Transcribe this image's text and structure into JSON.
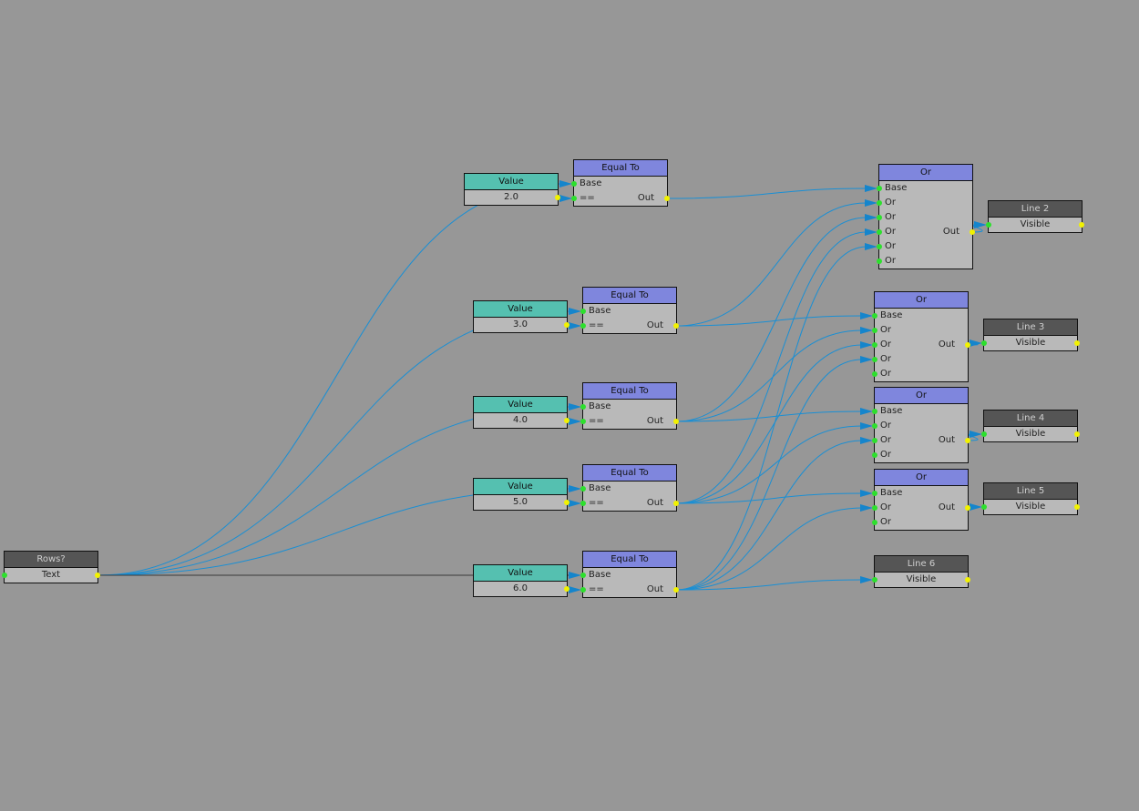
{
  "colors": {
    "value_header": "#55c0b0",
    "op_header": "#7f86dd",
    "dark_header": "#555555",
    "wire": "#1a8fd4",
    "canvas": "#979797"
  },
  "nodes": [
    {
      "id": "rows",
      "kind": "dark",
      "title": "Rows?",
      "rows": [
        {
          "label": "Text",
          "center": true,
          "in": true,
          "out": true
        }
      ]
    },
    {
      "id": "v2",
      "kind": "value",
      "title": "Value",
      "rows": [
        {
          "label": "2.0",
          "center": true,
          "out": true
        }
      ]
    },
    {
      "id": "v3",
      "kind": "value",
      "title": "Value",
      "rows": [
        {
          "label": "3.0",
          "center": true,
          "out": true
        }
      ]
    },
    {
      "id": "v4",
      "kind": "value",
      "title": "Value",
      "rows": [
        {
          "label": "4.0",
          "center": true,
          "out": true
        }
      ]
    },
    {
      "id": "v5",
      "kind": "value",
      "title": "Value",
      "rows": [
        {
          "label": "5.0",
          "center": true,
          "out": true
        }
      ]
    },
    {
      "id": "v6",
      "kind": "value",
      "title": "Value",
      "rows": [
        {
          "label": "6.0",
          "center": true,
          "out": true
        }
      ]
    },
    {
      "id": "eq2",
      "kind": "op",
      "title": "Equal To",
      "rows": [
        {
          "label": "Base",
          "in": true
        },
        {
          "label": "==",
          "in": true,
          "right": "Out",
          "out": true
        }
      ]
    },
    {
      "id": "eq3",
      "kind": "op",
      "title": "Equal To",
      "rows": [
        {
          "label": "Base",
          "in": true
        },
        {
          "label": "==",
          "in": true,
          "right": "Out",
          "out": true
        }
      ]
    },
    {
      "id": "eq4",
      "kind": "op",
      "title": "Equal To",
      "rows": [
        {
          "label": "Base",
          "in": true
        },
        {
          "label": "==",
          "in": true,
          "right": "Out",
          "out": true
        }
      ]
    },
    {
      "id": "eq5",
      "kind": "op",
      "title": "Equal To",
      "rows": [
        {
          "label": "Base",
          "in": true
        },
        {
          "label": "==",
          "in": true,
          "right": "Out",
          "out": true
        }
      ]
    },
    {
      "id": "eq6",
      "kind": "op",
      "title": "Equal To",
      "rows": [
        {
          "label": "Base",
          "in": true
        },
        {
          "label": "==",
          "in": true,
          "right": "Out",
          "out": true
        }
      ]
    },
    {
      "id": "or2",
      "kind": "op",
      "title": "Or",
      "rows": [
        {
          "label": "Base",
          "in": true
        },
        {
          "label": "Or",
          "in": true
        },
        {
          "label": "Or",
          "in": true
        },
        {
          "label": "Or",
          "in": true,
          "right": "Out",
          "out": true
        },
        {
          "label": "Or",
          "in": true
        },
        {
          "label": "Or",
          "in": true
        }
      ]
    },
    {
      "id": "or3",
      "kind": "op",
      "title": "Or",
      "rows": [
        {
          "label": "Base",
          "in": true
        },
        {
          "label": "Or",
          "in": true
        },
        {
          "label": "Or",
          "in": true,
          "right": "Out",
          "out": true
        },
        {
          "label": "Or",
          "in": true
        },
        {
          "label": "Or",
          "in": true
        }
      ]
    },
    {
      "id": "or4",
      "kind": "op",
      "title": "Or",
      "rows": [
        {
          "label": "Base",
          "in": true
        },
        {
          "label": "Or",
          "in": true
        },
        {
          "label": "Or",
          "in": true,
          "right": "Out",
          "out": true
        },
        {
          "label": "Or",
          "in": true
        }
      ]
    },
    {
      "id": "or5",
      "kind": "op",
      "title": "Or",
      "rows": [
        {
          "label": "Base",
          "in": true
        },
        {
          "label": "Or",
          "in": true,
          "right": "Out",
          "out": true
        },
        {
          "label": "Or",
          "in": true
        }
      ]
    },
    {
      "id": "line2",
      "kind": "dark",
      "title": "Line 2",
      "rows": [
        {
          "label": "Visible",
          "center": true,
          "in": true,
          "out": true
        }
      ]
    },
    {
      "id": "line3",
      "kind": "dark",
      "title": "Line 3",
      "rows": [
        {
          "label": "Visible",
          "center": true,
          "in": true,
          "out": true
        }
      ]
    },
    {
      "id": "line4",
      "kind": "dark",
      "title": "Line 4",
      "rows": [
        {
          "label": "Visible",
          "center": true,
          "in": true,
          "out": true
        }
      ]
    },
    {
      "id": "line5",
      "kind": "dark",
      "title": "Line 5",
      "rows": [
        {
          "label": "Visible",
          "center": true,
          "in": true,
          "out": true
        }
      ]
    },
    {
      "id": "line6",
      "kind": "dark",
      "title": "Line 6",
      "rows": [
        {
          "label": "Visible",
          "center": true,
          "in": true,
          "out": true
        }
      ]
    }
  ],
  "connections": [
    [
      "rows",
      0,
      "eq2",
      0
    ],
    [
      "rows",
      0,
      "eq3",
      0
    ],
    [
      "rows",
      0,
      "eq4",
      0
    ],
    [
      "rows",
      0,
      "eq5",
      0
    ],
    [
      "rows",
      0,
      "eq6",
      0,
      "plain"
    ],
    [
      "v2",
      0,
      "eq2",
      1
    ],
    [
      "v3",
      0,
      "eq3",
      1
    ],
    [
      "v4",
      0,
      "eq4",
      1
    ],
    [
      "v5",
      0,
      "eq5",
      1
    ],
    [
      "v6",
      0,
      "eq6",
      1
    ],
    [
      "eq2",
      1,
      "or2",
      0
    ],
    [
      "eq3",
      1,
      "or2",
      1
    ],
    [
      "eq3",
      1,
      "or3",
      0
    ],
    [
      "eq4",
      1,
      "or2",
      2
    ],
    [
      "eq4",
      1,
      "or3",
      1
    ],
    [
      "eq4",
      1,
      "or4",
      0
    ],
    [
      "eq5",
      1,
      "or2",
      3
    ],
    [
      "eq5",
      1,
      "or3",
      2
    ],
    [
      "eq5",
      1,
      "or4",
      1
    ],
    [
      "eq5",
      1,
      "or5",
      0
    ],
    [
      "eq6",
      1,
      "or2",
      4
    ],
    [
      "eq6",
      1,
      "or3",
      3
    ],
    [
      "eq6",
      1,
      "or4",
      2
    ],
    [
      "eq6",
      1,
      "or5",
      1
    ],
    [
      "eq6",
      1,
      "line6",
      0
    ],
    [
      "or2",
      3,
      "line2",
      0
    ],
    [
      "or3",
      2,
      "line3",
      0
    ],
    [
      "or4",
      2,
      "line4",
      0
    ],
    [
      "or5",
      1,
      "line5",
      0
    ]
  ]
}
